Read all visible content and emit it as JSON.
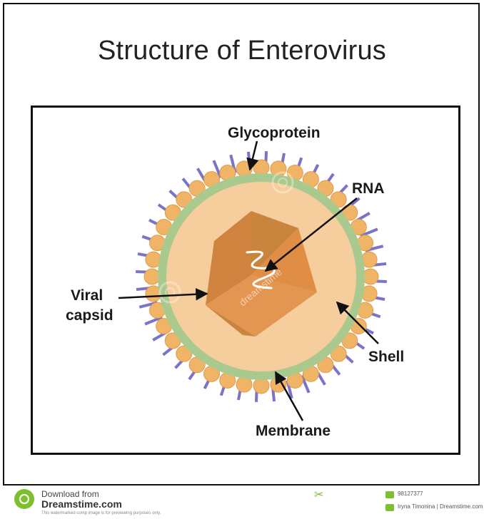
{
  "title": "Structure of Enterovirus",
  "labels": {
    "glycoprotein": "Glycoprotein",
    "rna": "RNA",
    "viral": "Viral",
    "capsid": "capsid",
    "shell": "Shell",
    "membrane": "Membrane"
  },
  "watermark": "dreamstime",
  "footer": {
    "download": "Download from",
    "site": "Dreamstime.com",
    "note": "This watermarked comp image is for previewing purposes only.",
    "id": "98127377",
    "author": "Iryna Timonina | Dreamstime.com"
  },
  "colors": {
    "spike": "#7b72c9",
    "bead": "#f0b467",
    "membrane_ring": "#a9c98f",
    "interior": "#f6cd9c",
    "capsid_front": "#e39651",
    "capsid_side": "#d0823f",
    "capsid_top": "#c9843d",
    "rna": "#ffffff",
    "arrow": "#111111"
  },
  "icons": [
    "dreamstime-logo-icon",
    "dreamstime-mark-icon",
    "id-badge-icon",
    "author-badge-icon"
  ]
}
